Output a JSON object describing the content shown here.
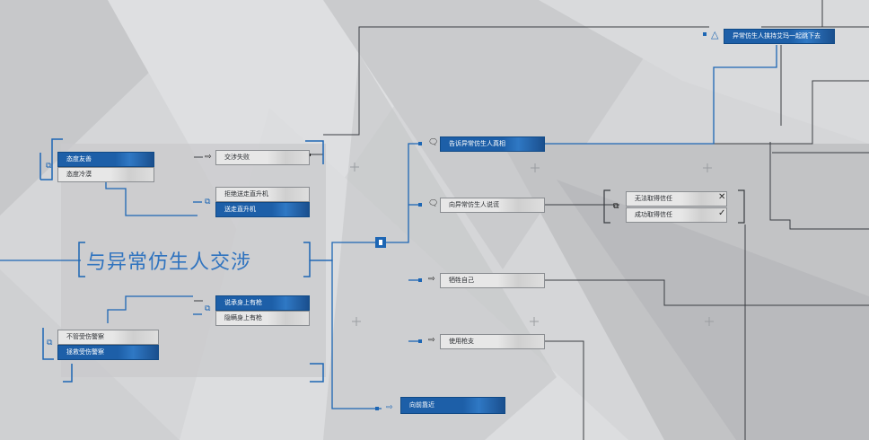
{
  "title": "与异常仿生人交涉",
  "left_top_group": {
    "options": [
      "态度友善",
      "态度冷漠"
    ]
  },
  "left_bottom_group": {
    "options": [
      "不管受伤警察",
      "拯救受伤警察"
    ]
  },
  "outcomes_top": [
    "交涉失败",
    "拒绝送走直升机",
    "送走直升机"
  ],
  "outcomes_bottom": [
    "说承身上有枪",
    "隐瞒身上有枪"
  ],
  "dialogue": [
    "告诉异常仿生人真相",
    "向异常仿生人说谎",
    "牺牲自己",
    "使用枪支"
  ],
  "result_group": [
    "无法取得信任",
    "成功取得信任"
  ],
  "top_right": "异常仿生人挟持艾玛一起跳下去",
  "bottom": "向前靠近",
  "colors": {
    "accent": "#1d5fa8",
    "grey": "#e7e7e7",
    "line": "#3a3d42"
  }
}
